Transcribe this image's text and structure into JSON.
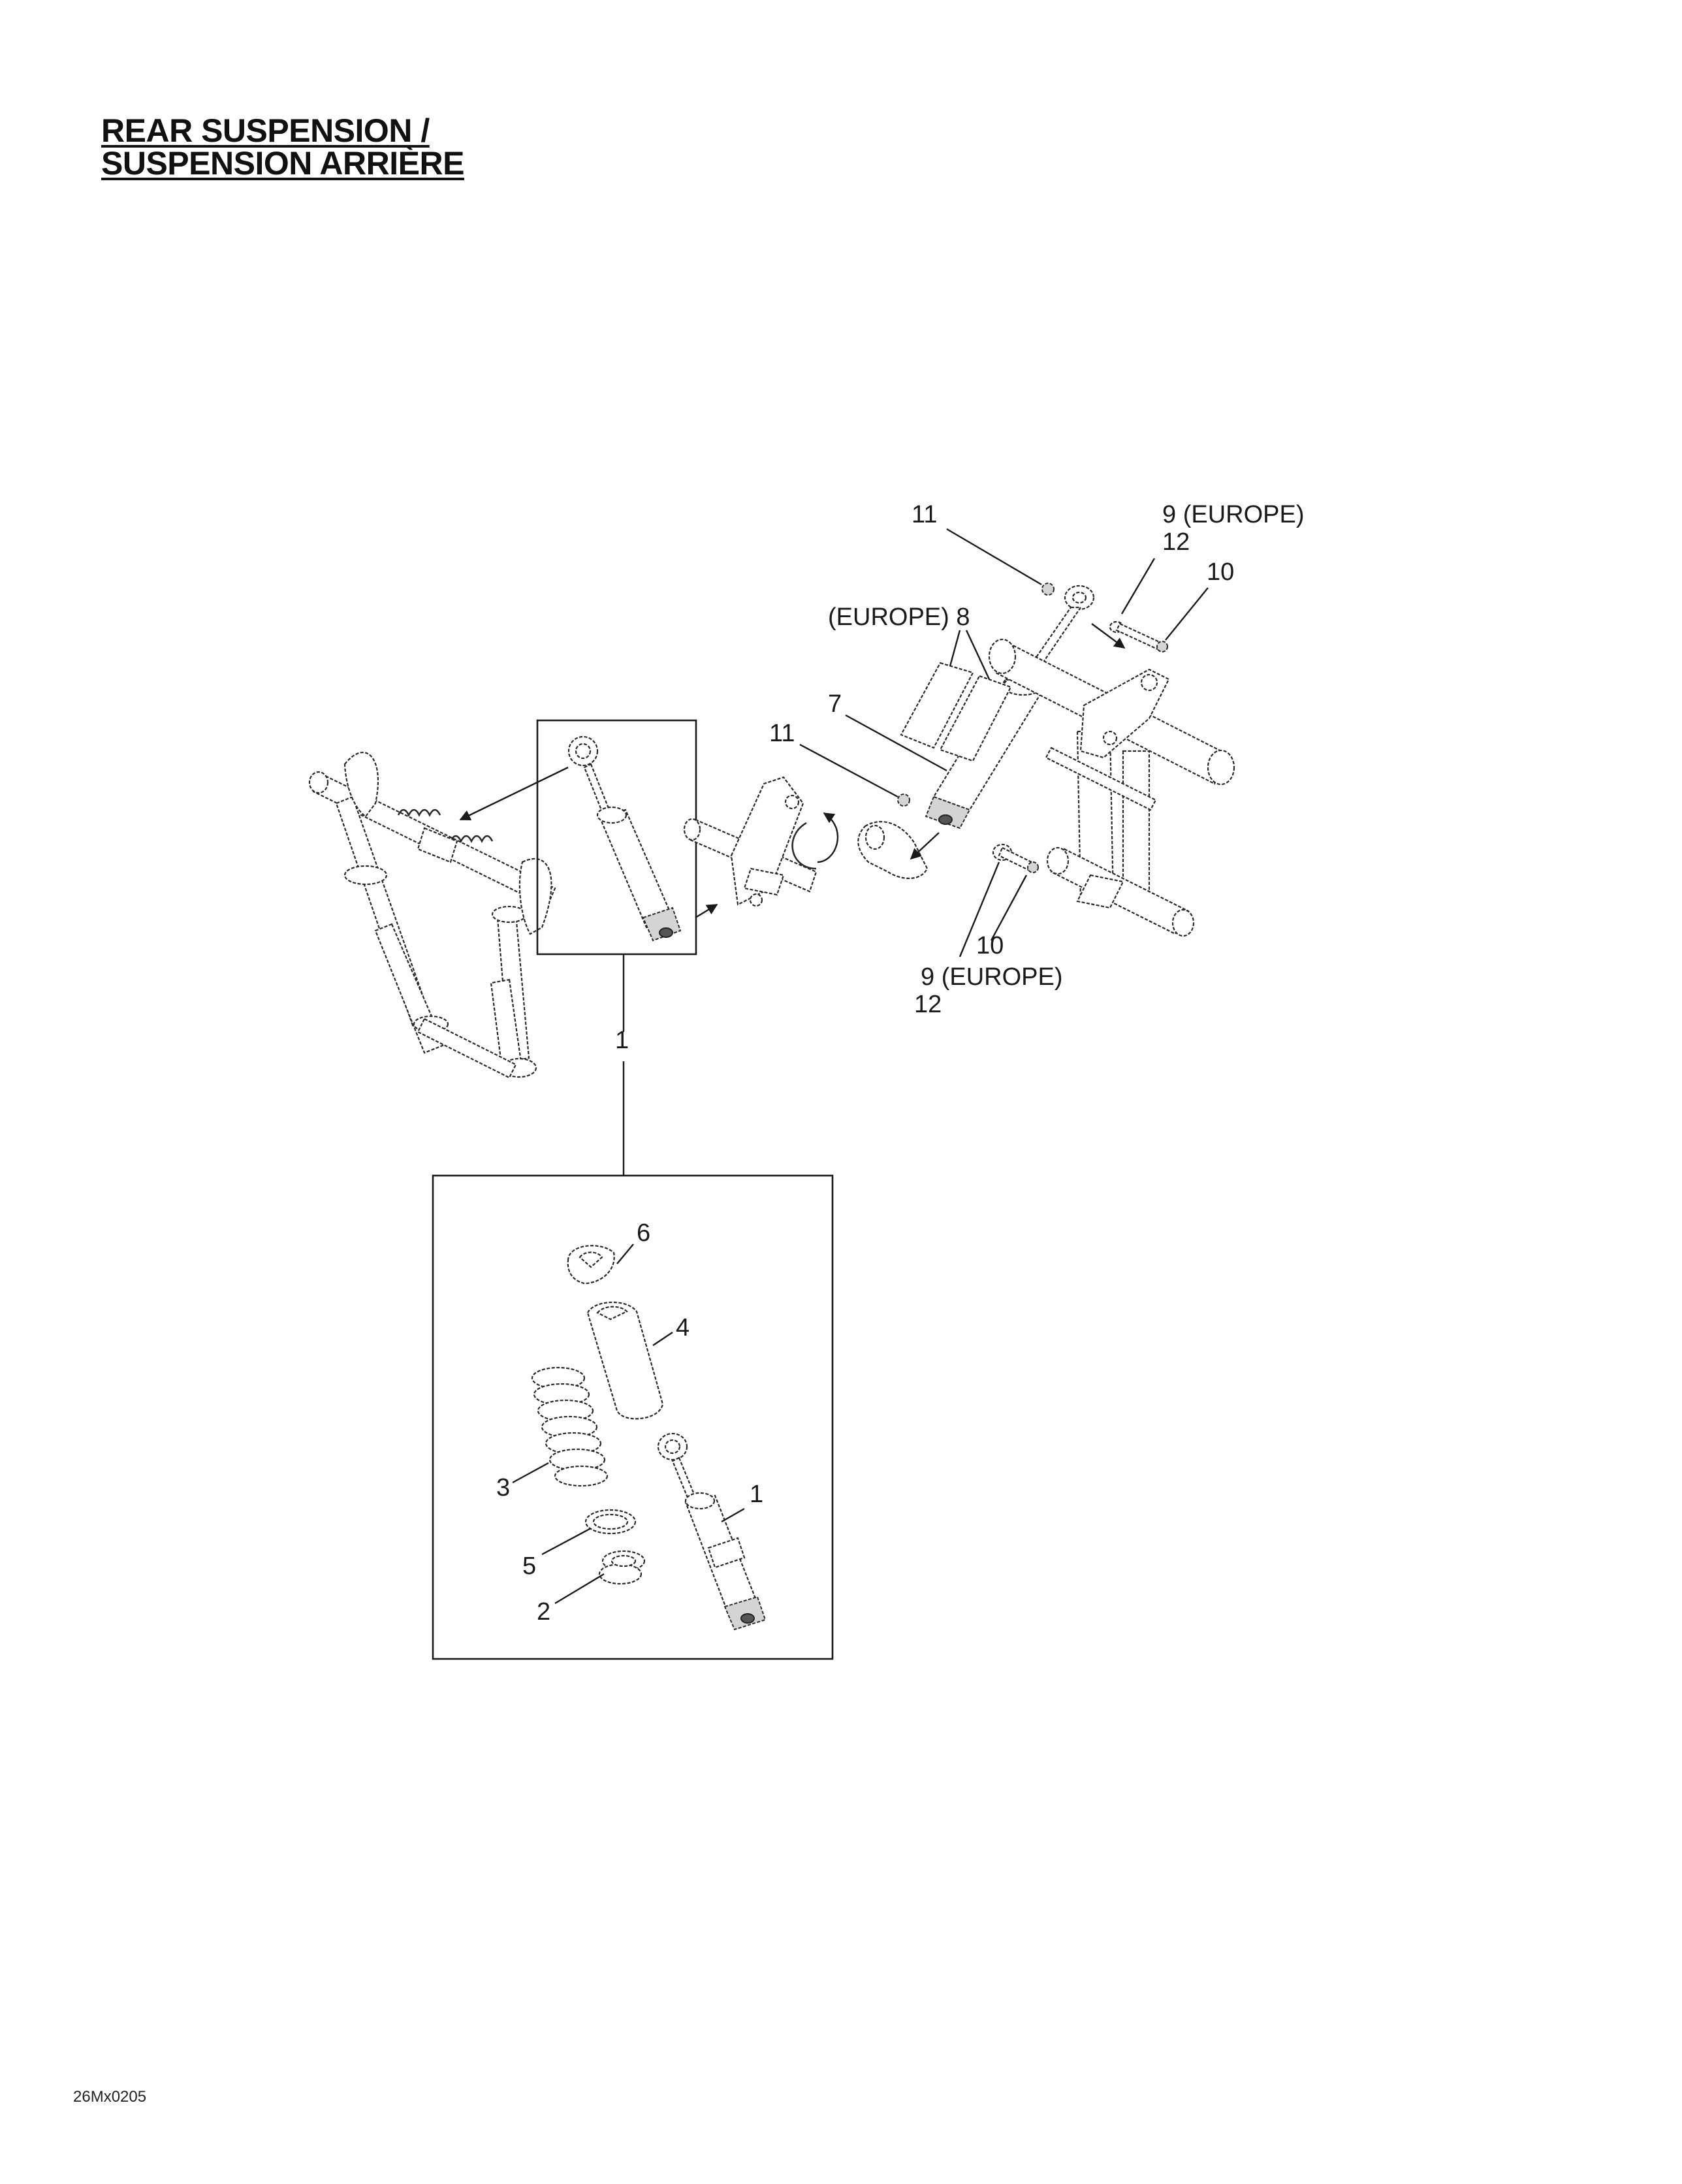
{
  "page": {
    "title_line1": "REAR SUSPENSION /",
    "title_line2": "SUSPENSION ARRIÈRE",
    "footer_code": "26Mx0205"
  },
  "callouts": {
    "c11_top": "11",
    "c9_europe_top": "9 (EUROPE)",
    "c12_top": "12",
    "c10_top": "10",
    "c8_europe": "(EUROPE) 8",
    "c7": "7",
    "c11_mid": "11",
    "c10_bottom": "10",
    "c9_europe_bottom": "9 (EUROPE)",
    "c12_bottom": "12",
    "c1_group": "1",
    "c6": "6",
    "c4": "4",
    "c3": "3",
    "c1_detail": "1",
    "c5": "5",
    "c2": "2"
  }
}
